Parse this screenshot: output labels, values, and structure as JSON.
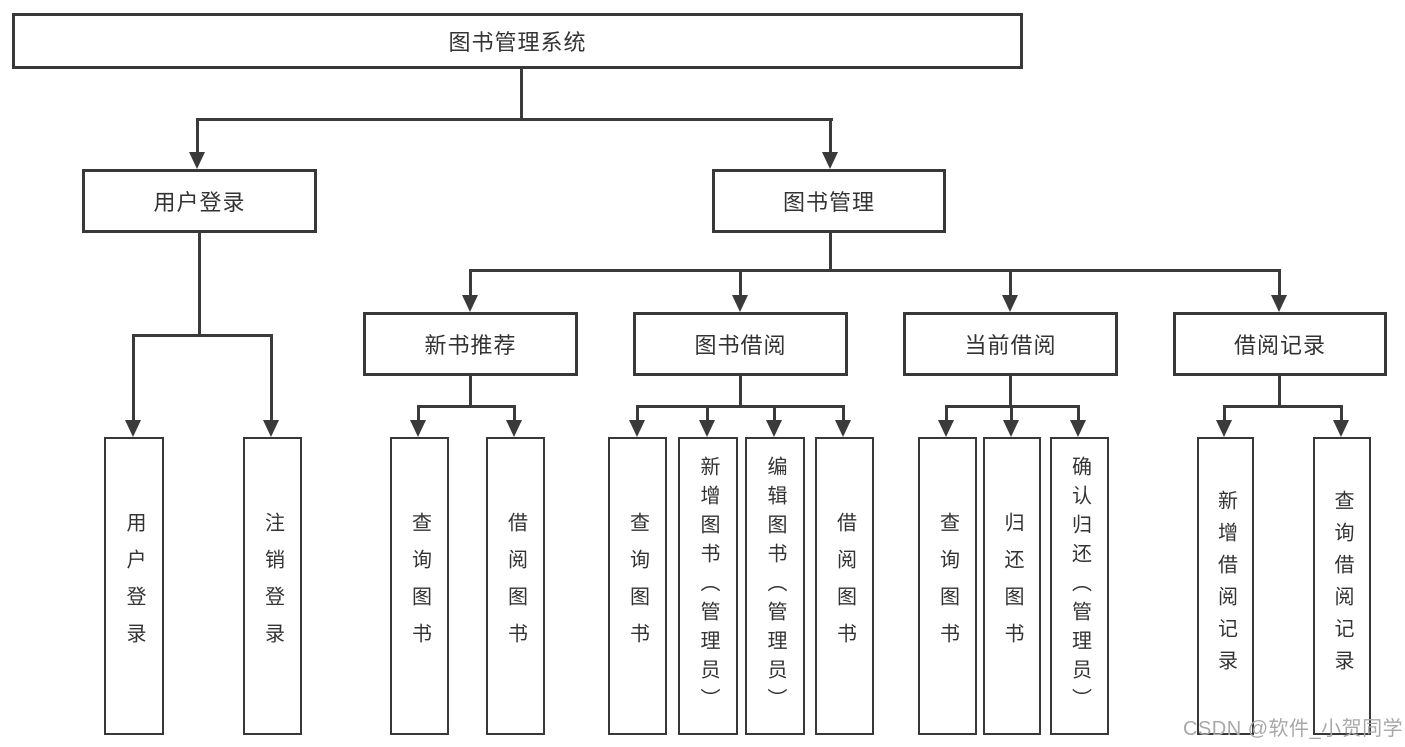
{
  "colors": {
    "line": "#3a3a3a",
    "border": "#383838",
    "text": "#333333",
    "watermark": "#a9a9a9",
    "background": "#ffffff"
  },
  "root": {
    "label": "图书管理系统"
  },
  "level2": {
    "user_login": {
      "label": "用户登录"
    },
    "book_mgmt": {
      "label": "图书管理"
    }
  },
  "level3": {
    "new_book": {
      "label": "新书推荐"
    },
    "borrow": {
      "label": "图书借阅"
    },
    "current": {
      "label": "当前借阅"
    },
    "records": {
      "label": "借阅记录"
    }
  },
  "leaves": {
    "user_login": {
      "label": "用户登录"
    },
    "logout": {
      "label": "注销登录"
    },
    "nb_query": {
      "label": "查询图书"
    },
    "nb_borrow": {
      "label": "借阅图书"
    },
    "bb_query": {
      "label": "查询图书"
    },
    "bb_add": {
      "label": "新增图书（管理员）"
    },
    "bb_edit": {
      "label": "编辑图书（管理员）"
    },
    "bb_borrow": {
      "label": "借阅图书"
    },
    "cb_query": {
      "label": "查询图书"
    },
    "cb_return": {
      "label": "归还图书"
    },
    "cb_confirm": {
      "label": "确认归还（管理员）"
    },
    "br_add": {
      "label": "新增借阅记录"
    },
    "br_query": {
      "label": "查询借阅记录"
    }
  },
  "watermark": {
    "text": "CSDN @软件_小贺同学"
  }
}
